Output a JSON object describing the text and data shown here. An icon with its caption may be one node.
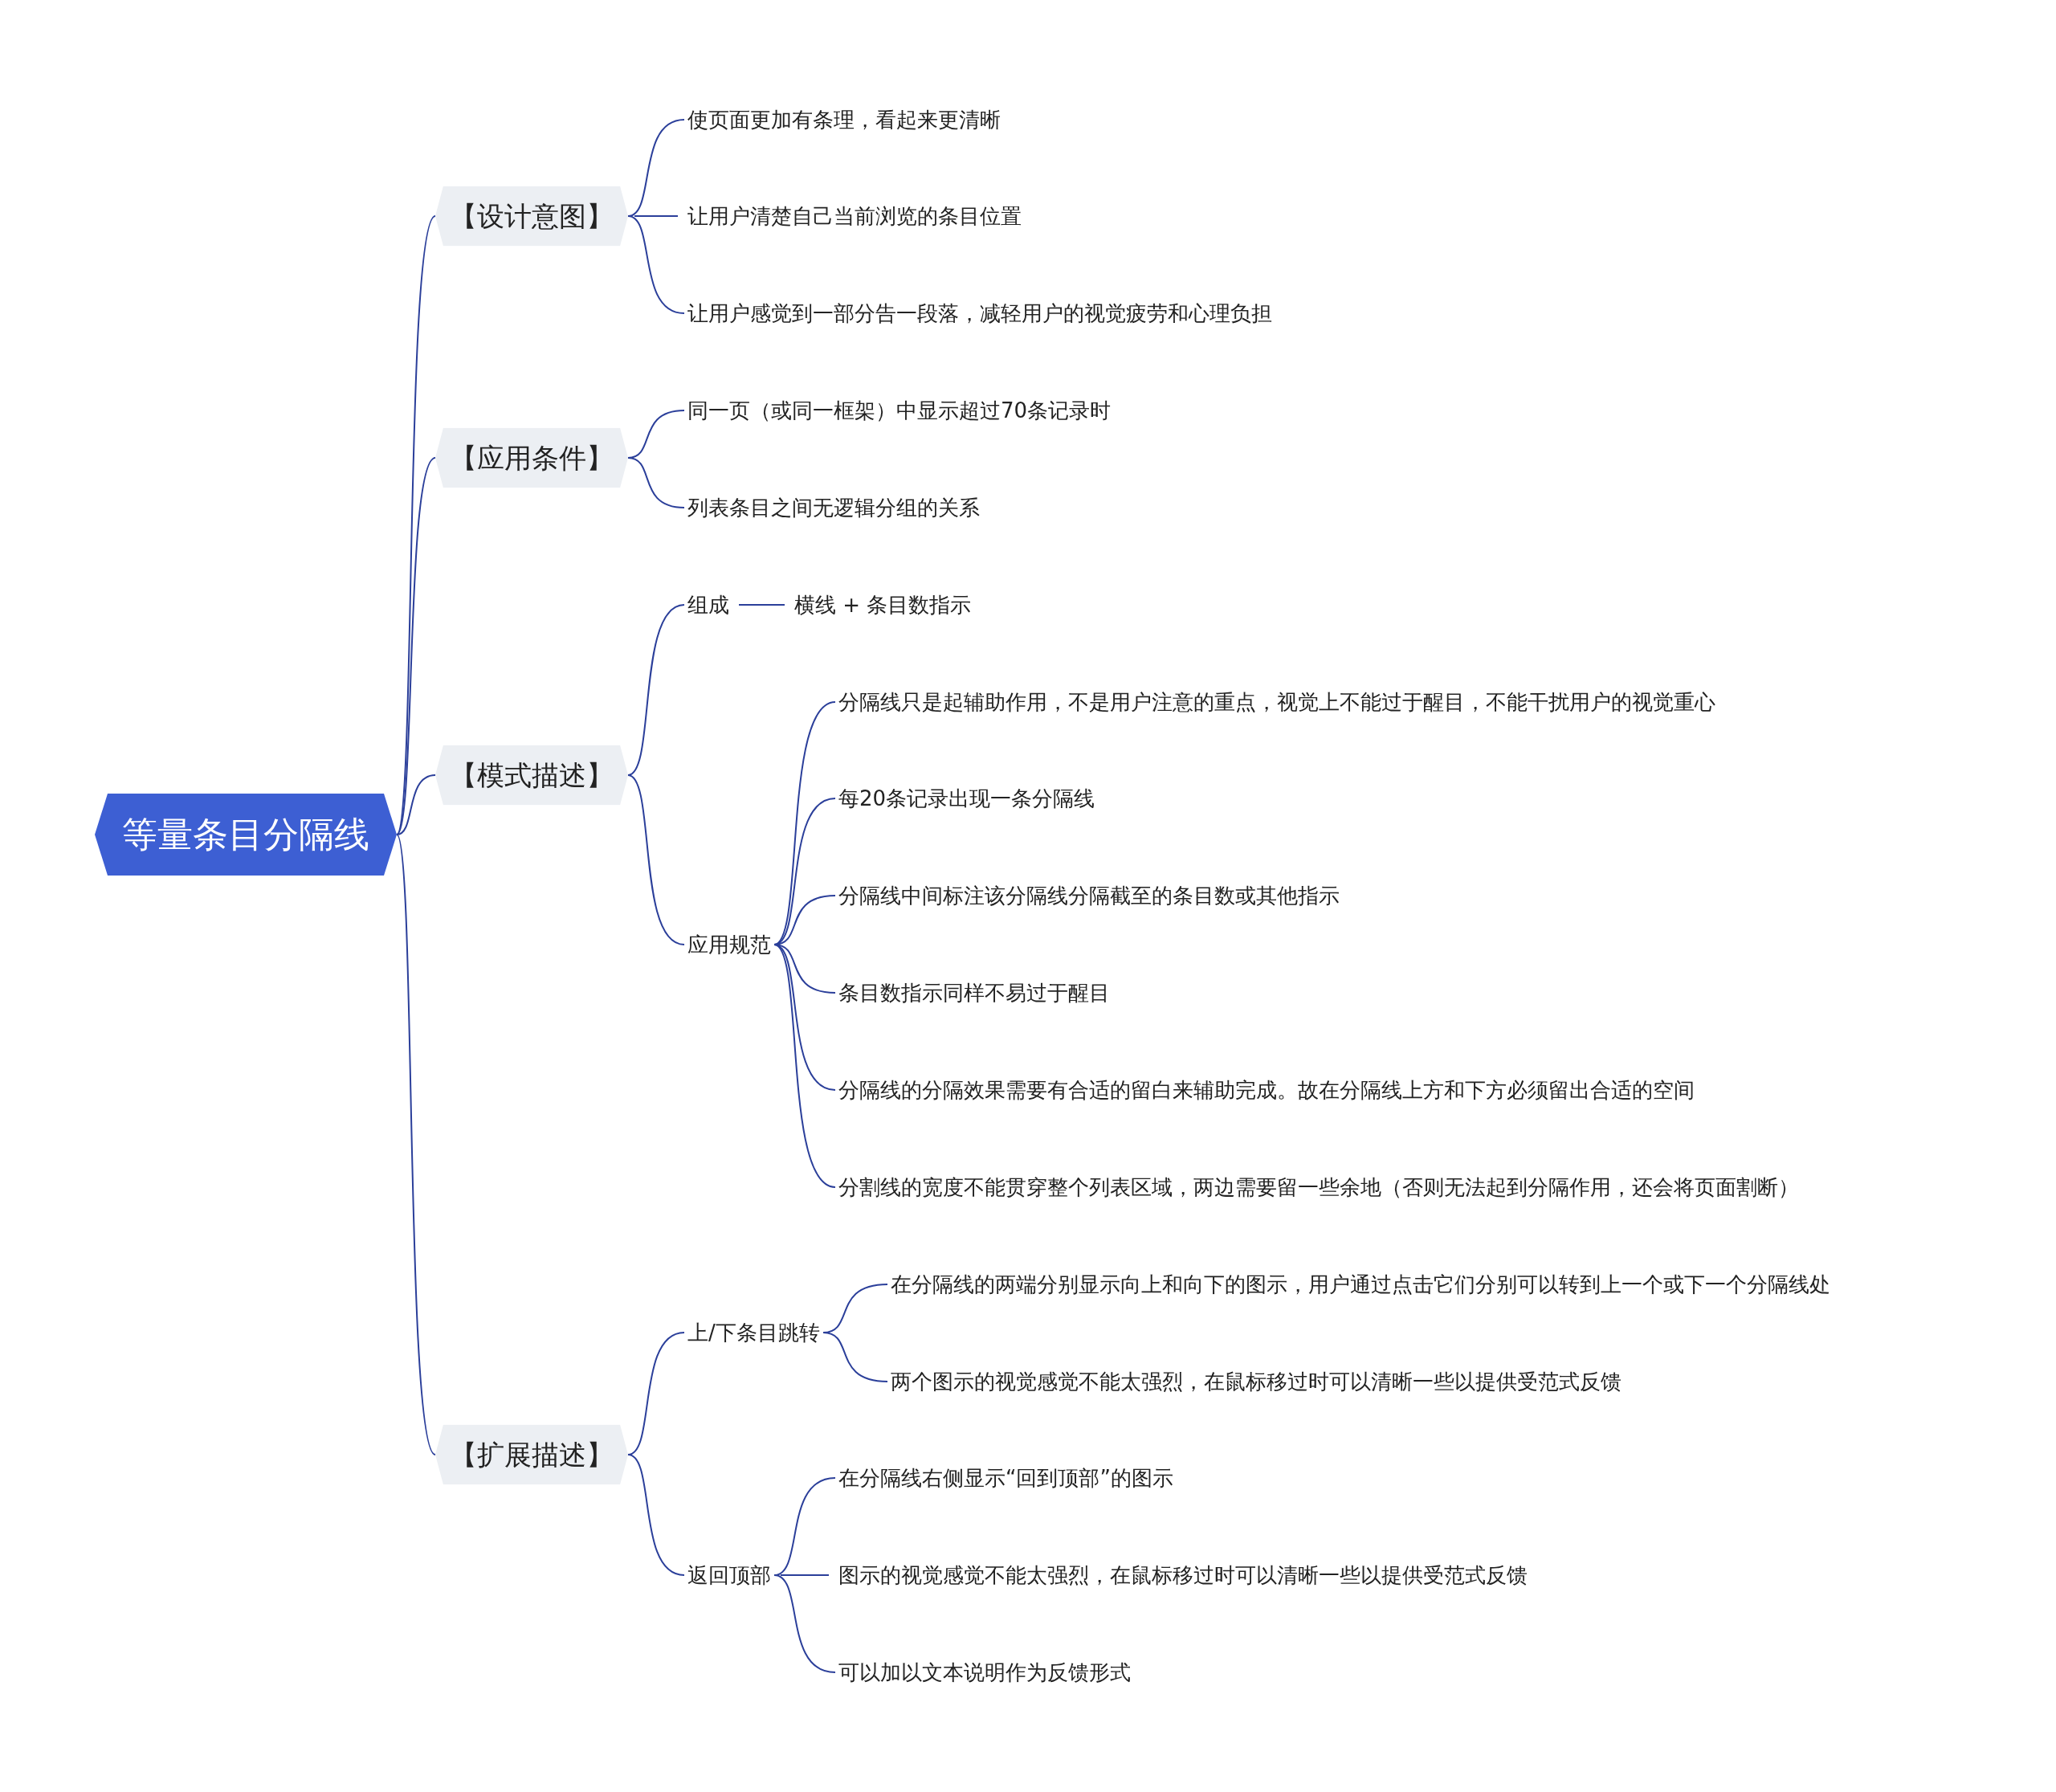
{
  "diagram": {
    "nodes": [
      {
        "text": [
          "等量条目分隔线"
        ]
      },
      {
        "text": [
          "【设计意图】"
        ]
      },
      {
        "text": [
          "使页面更加有条理，看起来更清晰"
        ]
      },
      {
        "text": [
          "让用户清楚自己当前浏览的条目位置"
        ]
      },
      {
        "text": [
          "让用户感觉到一部分告一段落，减轻用户的视觉疲劳和心理负担"
        ]
      },
      {
        "text": [
          "【应用条件】"
        ]
      },
      {
        "text": [
          "同一页（或同一框架）中显示超过70条记录时"
        ]
      },
      {
        "text": [
          "列表条目之间无逻辑分组的关系"
        ]
      },
      {
        "text": [
          "【模式描述】"
        ]
      },
      {
        "text": [
          "组成"
        ]
      },
      {
        "text": [
          "横线 + 条目数指示"
        ]
      },
      {
        "text": [
          "应用规范"
        ]
      },
      {
        "text": [
          "分隔线只是起辅助作用，不是用户注意的重点，视觉上不能过于醒目，不能干扰用户的视觉重心"
        ]
      },
      {
        "text": [
          "每20条记录出现一条分隔线"
        ]
      },
      {
        "text": [
          "分隔线中间标注该分隔线分隔截至的条目数或其他指示"
        ]
      },
      {
        "text": [
          "条目数指示同样不易过于醒目"
        ]
      },
      {
        "text": [
          "分隔线的分隔效果需要有合适的留白来辅助完成。故在分隔线上方和下方必须留出合适的空间"
        ]
      },
      {
        "text": [
          "分割线的宽度不能贯穿整个列表区域，两边需要留一些余地（否则无法起到分隔作用，还会将页面割断）"
        ]
      },
      {
        "text": [
          "【扩展描述】"
        ]
      },
      {
        "text": [
          "上/下条目跳转"
        ]
      },
      {
        "text": [
          "在分隔线的两端分别显示向上和向下的图示，用户通过点击它们分别可以转到上一个或下一个分隔线处"
        ]
      },
      {
        "text": [
          "两个图示的视觉感觉不能太强烈，在鼠标移过时可以清晰一些以提供受范式反馈"
        ]
      },
      {
        "text": [
          "返回顶部"
        ]
      },
      {
        "text": [
          "在分隔线右侧显示“回到顶部”的图示"
        ]
      },
      {
        "text": [
          "图示的视觉感觉不能太强烈，在鼠标移过时可以清晰一些以提供受范式反馈"
        ]
      },
      {
        "text": [
          "可以加以文本说明作为反馈形式"
        ]
      }
    ],
    "edges": [
      {
        "from": 0,
        "to": 1,
        "arrow": "none"
      },
      {
        "from": 1,
        "to": 2,
        "arrow": "none"
      },
      {
        "from": 1,
        "to": 3,
        "arrow": "none"
      },
      {
        "from": 1,
        "to": 4,
        "arrow": "none"
      },
      {
        "from": 0,
        "to": 5,
        "arrow": "none"
      },
      {
        "from": 5,
        "to": 6,
        "arrow": "none"
      },
      {
        "from": 5,
        "to": 7,
        "arrow": "none"
      },
      {
        "from": 0,
        "to": 8,
        "arrow": "none"
      },
      {
        "from": 8,
        "to": 9,
        "arrow": "none"
      },
      {
        "from": 9,
        "to": 10,
        "arrow": "none"
      },
      {
        "from": 8,
        "to": 11,
        "arrow": "none"
      },
      {
        "from": 11,
        "to": 12,
        "arrow": "none"
      },
      {
        "from": 11,
        "to": 13,
        "arrow": "none"
      },
      {
        "from": 11,
        "to": 14,
        "arrow": "none"
      },
      {
        "from": 11,
        "to": 15,
        "arrow": "none"
      },
      {
        "from": 11,
        "to": 16,
        "arrow": "none"
      },
      {
        "from": 11,
        "to": 17,
        "arrow": "none"
      },
      {
        "from": 0,
        "to": 18,
        "arrow": "none"
      },
      {
        "from": 18,
        "to": 19,
        "arrow": "none"
      },
      {
        "from": 19,
        "to": 20,
        "arrow": "none"
      },
      {
        "from": 19,
        "to": 21,
        "arrow": "none"
      },
      {
        "from": 18,
        "to": 22,
        "arrow": "none"
      },
      {
        "from": 22,
        "to": 23,
        "arrow": "none"
      },
      {
        "from": 22,
        "to": 24,
        "arrow": "none"
      },
      {
        "from": 22,
        "to": 25,
        "arrow": "none"
      }
    ]
  }
}
